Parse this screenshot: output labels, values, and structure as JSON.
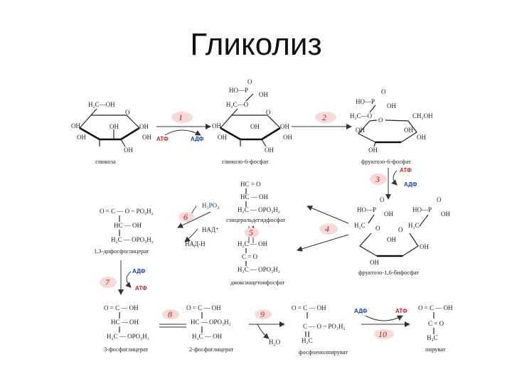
{
  "title": "Гликолиз",
  "compounds": {
    "glucose": {
      "name": "глюкоза",
      "ch2oh": "H₂C—OH",
      "oh": "OH",
      "o": "O"
    },
    "g6p": {
      "name": "глюкозо-6-фосфат",
      "p_ho": "HO—P",
      "p_o": "O",
      "p_oh": "OH",
      "ch2o": "H₂C—O",
      "oh": "OH",
      "o": "O"
    },
    "f6p": {
      "name": "фруктозо-6-фосфат",
      "p_ho": "HO—P",
      "p_o": "O",
      "p_oh": "OH",
      "ch2o": "H₂C—O",
      "ch2oh": "CH₂OH",
      "oh": "OH",
      "o": "O"
    },
    "f16bp": {
      "name": "фруктозо-1,6-бифосфат",
      "p_ho": "HO—P",
      "p_o": "O",
      "p_oh": "OH",
      "ch2o": "H₂C",
      "o": "O",
      "oh": "OH"
    },
    "gap": {
      "name": "глицеральдегидфосфат",
      "l1": "HC = O",
      "l2": "HC — OH",
      "l3": "H₂C — OPO₃H₂"
    },
    "dhap": {
      "name": "диоксиацетонфосфат",
      "l1": "H₂C — OH",
      "l2": "C = O",
      "l3": "H₂C — OPO₃H₂"
    },
    "bpg13": {
      "name": "1,3-дифосфоглицерат",
      "l1": "O = C — O ~ PO₃H₂",
      "l2": "HC — OH",
      "l3": "H₂C — OPO₃H₂"
    },
    "pg3": {
      "name": "3-фосфоглицерат",
      "l1": "O = C — OH",
      "l2": "HC — OH",
      "l3": "H₂C — OPO₃H₂"
    },
    "pg2": {
      "name": "2-фосфоглицерат",
      "l1": "O = C — OH",
      "l2": "HC — OPO₃H₂",
      "l3": "H₂C — OH"
    },
    "pep": {
      "name": "фосфоенолпируват",
      "l1": "O = C — OH",
      "l2": "C — O ~ PO₃H₂",
      "l3": "H₂C"
    },
    "pyruvate": {
      "name": "пируват",
      "l1": "O = C — OH",
      "l2": "C = O",
      "l3": "H₃C"
    }
  },
  "cofactors": {
    "atp": "АТФ",
    "adp": "АДФ",
    "h3po4": "H₃PO₄",
    "nad": "НАД⁺",
    "nadh": "НАД-Н",
    "h2o": "H₂O"
  },
  "steps": [
    "1",
    "2",
    "3",
    "4",
    "5",
    "6",
    "7",
    "8",
    "9",
    "10"
  ],
  "colors": {
    "atp": "#d21c1c",
    "adp": "#1f3ea8",
    "step_badge": "#f6d9d9",
    "step_text": "#c01818"
  }
}
